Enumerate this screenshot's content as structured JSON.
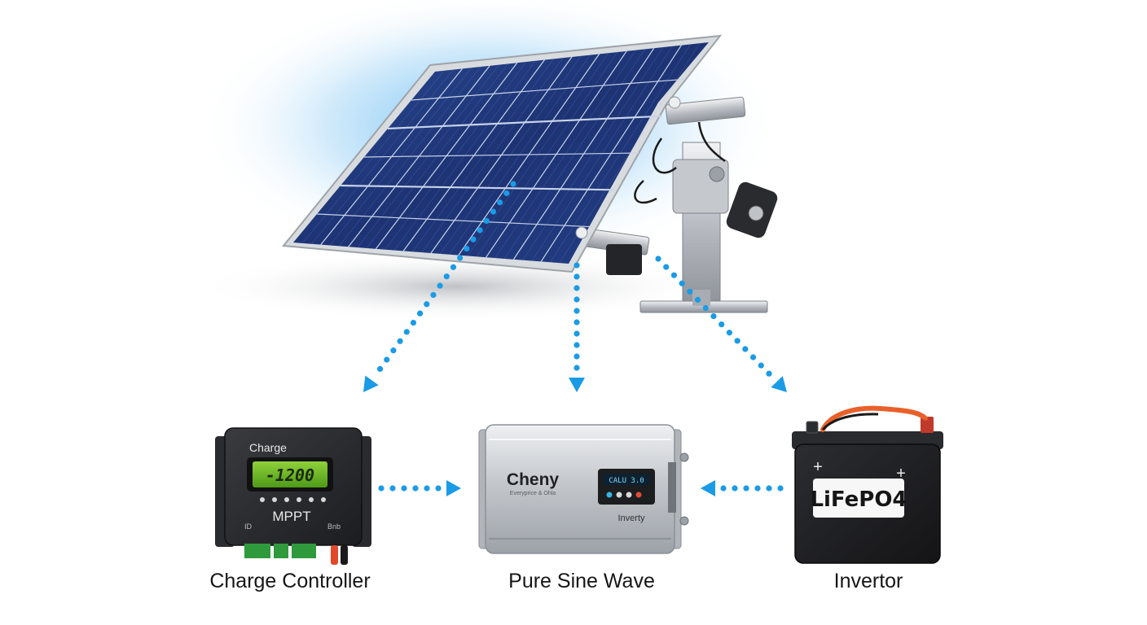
{
  "colors": {
    "flow_arrow": "#1a9be6",
    "panel_cell": "#1e3470",
    "panel_frame": "#c9ccd1",
    "controller_body": "#2b2c2f",
    "lcd_green": "#63b51f",
    "inverter_body": "#c7cacf",
    "battery_body": "#1f2023",
    "terminal_red": "#e2492a",
    "terminal_green": "#2f9a3c"
  },
  "solar_panel": {
    "icon": "solar-panel-on-mount"
  },
  "charge_controller": {
    "brand_label": "Charge",
    "display_value": "-1200",
    "model_label": "MPPT",
    "side_left": "ID",
    "side_right": "Bnb",
    "caption": "Charge Controller"
  },
  "inverter": {
    "brand": "Cheny",
    "brand_sub": "Everyprice & Ohla",
    "display_value": "CALU 3.0",
    "model_label": "Inverty",
    "caption": "Pure Sine Wave"
  },
  "battery": {
    "chem_label": "LiFePO4",
    "plus_left": "+",
    "plus_right": "+",
    "caption": "Invertor"
  }
}
